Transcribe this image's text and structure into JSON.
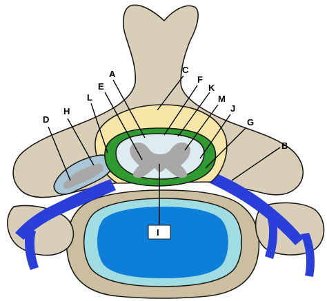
{
  "colors": {
    "bone": "#d9cfb9",
    "bone_dark": "#cbbf9f",
    "outline": "#1a1a1a",
    "fat": "#f6e7a8",
    "dura": "#f2e6a0",
    "csf": "#2f9a2f",
    "pia": "#7fcf5f",
    "cord": "#dcecef",
    "grey_matter": "#a8a8a8",
    "vein": "#2a3fd9",
    "disc_outer": "#9fdde3",
    "disc_inner": "#0d7fd8",
    "nerve": "#a9c6d6"
  },
  "labels": [
    {
      "id": "A",
      "text": "A"
    },
    {
      "id": "B",
      "text": "B"
    },
    {
      "id": "C",
      "text": "C"
    },
    {
      "id": "D",
      "text": "D"
    },
    {
      "id": "E",
      "text": "E"
    },
    {
      "id": "F",
      "text": "F"
    },
    {
      "id": "G",
      "text": "G"
    },
    {
      "id": "H",
      "text": "H"
    },
    {
      "id": "I",
      "text": "I"
    },
    {
      "id": "J",
      "text": "J"
    },
    {
      "id": "K",
      "text": "K"
    },
    {
      "id": "L",
      "text": "L"
    },
    {
      "id": "M",
      "text": "M"
    }
  ]
}
